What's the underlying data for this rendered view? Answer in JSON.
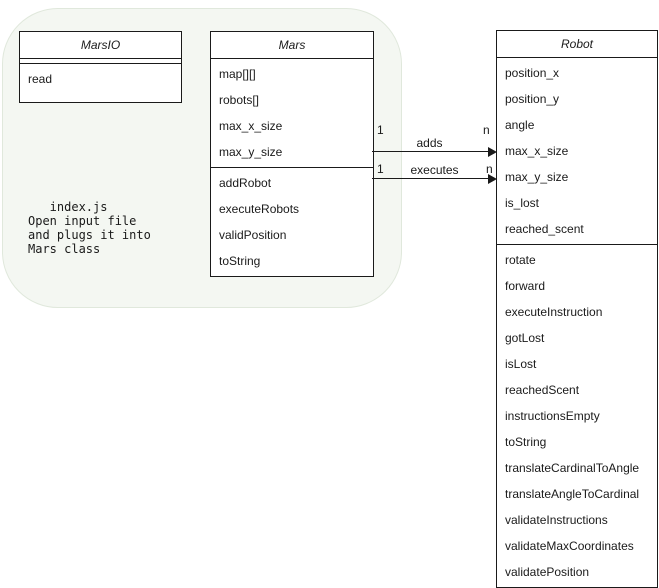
{
  "colors": {
    "canvas_background": "#ffffff",
    "group_container_fill": "#f4f7f2",
    "group_container_border": "#e0e8dc",
    "shape_fill": "#ffffff",
    "shape_stroke": "#1a1a1a",
    "text": "#1a1a1a"
  },
  "note": {
    "text": "   index.js\nOpen input file\nand plugs it into\nMars class"
  },
  "classes": {
    "marsio": {
      "title": "MarsIO",
      "attributes": [],
      "methods": [
        "read"
      ]
    },
    "mars": {
      "title": "Mars",
      "attributes": [
        "map[][]",
        "robots[]",
        "max_x_size",
        "max_y_size"
      ],
      "methods": [
        "addRobot",
        "executeRobots",
        "validPosition",
        "toString"
      ]
    },
    "robot": {
      "title": "Robot",
      "attributes": [
        "position_x",
        "position_y",
        "angle",
        "max_x_size",
        "max_y_size",
        "is_lost",
        "reached_scent"
      ],
      "methods": [
        "rotate",
        "forward",
        "executeInstruction",
        "gotLost",
        "isLost",
        "reachedScent",
        "instructionsEmpty",
        "toString",
        "translateCardinalToAngle",
        "translateAngleToCardinal",
        "validateInstructions",
        "validateMaxCoordinates",
        "validatePosition"
      ]
    }
  },
  "relations": [
    {
      "label": "adds",
      "source_multiplicity": "1",
      "target_multiplicity": "n"
    },
    {
      "label": "executes",
      "source_multiplicity": "1",
      "target_multiplicity": "n"
    }
  ]
}
